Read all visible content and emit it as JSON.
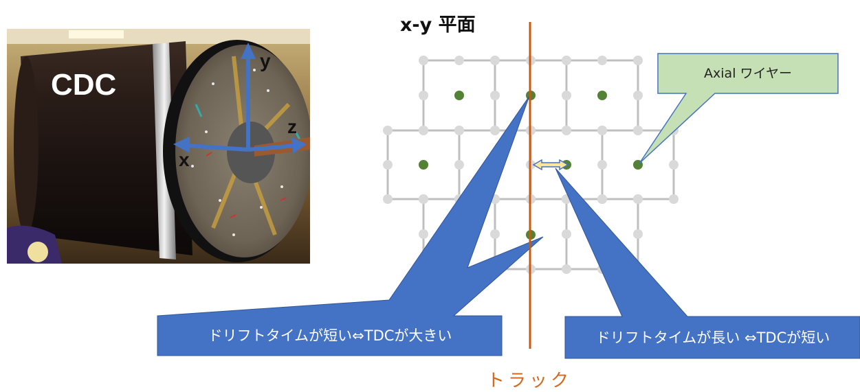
{
  "title": "x-y 平面",
  "photo": {
    "name": "CDC",
    "axes": {
      "x": "x",
      "y": "y",
      "z": "z"
    }
  },
  "track_label": "トラック",
  "callouts": {
    "axial": "Axial ワイヤー",
    "short_drift": "ドリフトタイムが短い⇔TDCが大きい",
    "long_drift": "ドリフトタイムが長い ⇔TDCが短い"
  },
  "colors": {
    "track": "#c55a11",
    "callout_blue": "#4472c4",
    "callout_green": "#c5e0b4",
    "wire_dot": "#548235",
    "field_dot": "#d9d9d9",
    "cell_line": "#bfbfbf",
    "arrow_fill": "#ffe699"
  }
}
